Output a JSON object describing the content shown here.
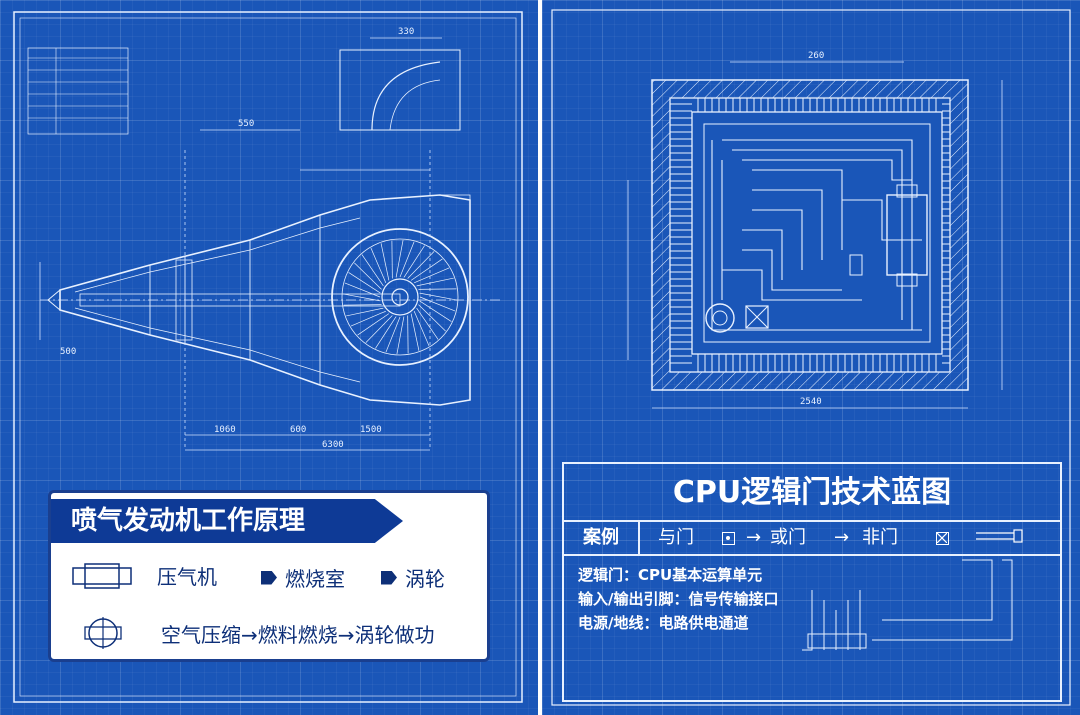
{
  "engine": {
    "title": "喷气发动机工作原理",
    "legend": {
      "compressor": "压气机",
      "combustor": "燃烧室",
      "turbine": "涡轮",
      "process": "空气压缩→燃料燃烧→涡轮做功"
    },
    "dimensions": [
      "330",
      "550",
      "1060",
      "1500",
      "600",
      "6300",
      "500"
    ]
  },
  "cpu": {
    "title": "CPU逻辑门技术蓝图",
    "case_label": "案例",
    "gates": {
      "and_gate": "与门",
      "or_gate": "或门",
      "not_gate": "非门",
      "arrow": "→"
    },
    "lines": [
      "逻辑门：CPU基本运算单元",
      "输入/输出引脚：信号传输接口",
      "电源/地线：电路供电通道"
    ],
    "dim_top": "260",
    "dim_bottom": "2540"
  },
  "colors": {
    "blueprint": "#1a56b8",
    "line": "#e8f1ff",
    "title_bar": "#0e3a96"
  }
}
